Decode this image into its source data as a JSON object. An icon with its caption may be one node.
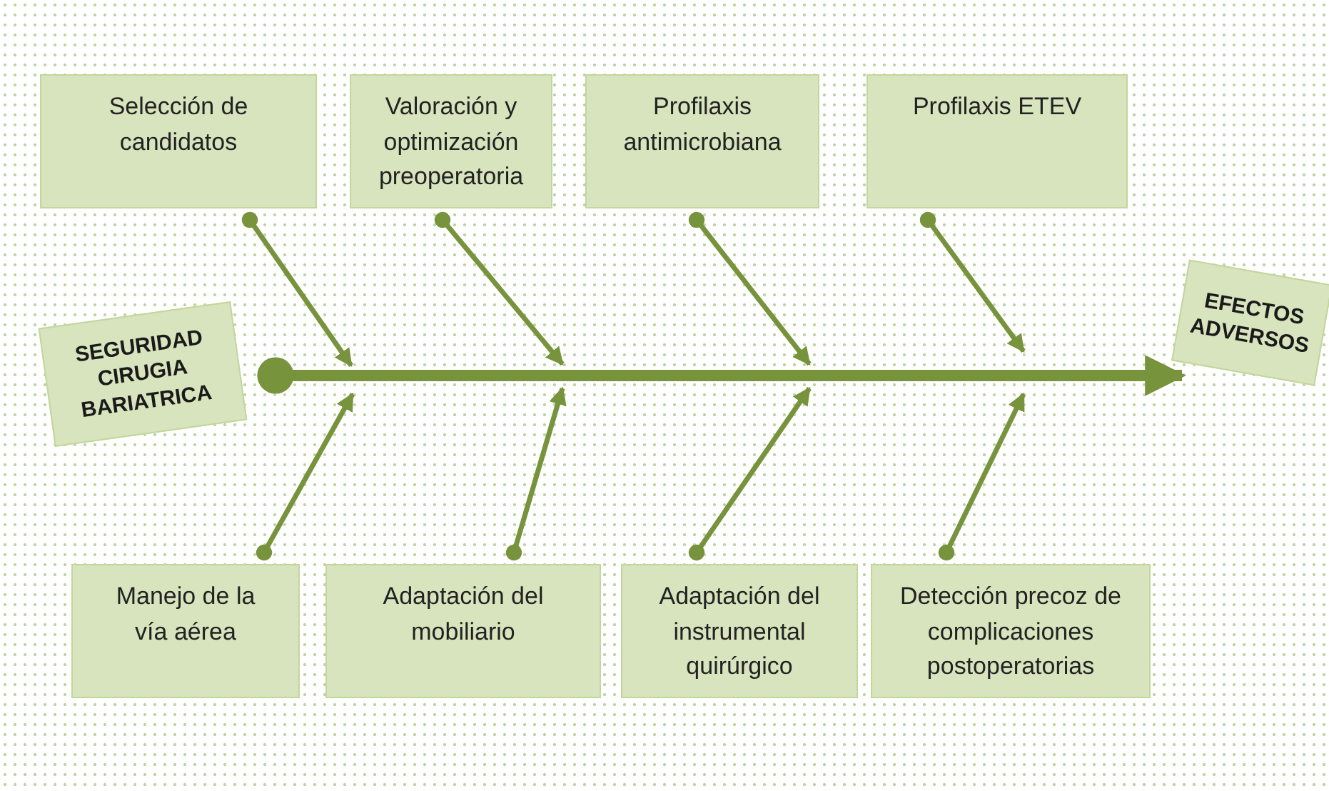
{
  "diagram": {
    "nodes": [
      {
        "text": [
          "SEGURIDAD CIRUGIA BARIATRICA"
        ]
      },
      {
        "text": [
          "EFECTOS ADVERSOS"
        ]
      },
      {
        "text": [
          "Selección de candidatos"
        ]
      },
      {
        "text": [
          "Valoración y optimización preoperatoria"
        ]
      },
      {
        "text": [
          "Profilaxis antimicrobiana"
        ]
      },
      {
        "text": [
          "Profilaxis ETEV"
        ]
      },
      {
        "text": [
          "Manejo de la vía aérea"
        ]
      },
      {
        "text": [
          "Adaptación del mobiliario"
        ]
      },
      {
        "text": [
          "Adaptación del instrumental quirúrgico"
        ]
      },
      {
        "text": [
          "Detección precoz de complicaciones postoperatorias"
        ]
      }
    ],
    "edges": [
      {
        "from": 0,
        "to": 1,
        "arrow": "to",
        "style": "thick"
      },
      {
        "from": 2,
        "to": null,
        "arrow": "to"
      },
      {
        "from": 3,
        "to": null,
        "arrow": "to"
      },
      {
        "from": 4,
        "to": null,
        "arrow": "to"
      },
      {
        "from": 5,
        "to": null,
        "arrow": "to"
      },
      {
        "from": 6,
        "to": null,
        "arrow": "to"
      },
      {
        "from": 7,
        "to": null,
        "arrow": "to"
      },
      {
        "from": 8,
        "to": null,
        "arrow": "to"
      },
      {
        "from": 9,
        "to": null,
        "arrow": "to"
      }
    ]
  }
}
